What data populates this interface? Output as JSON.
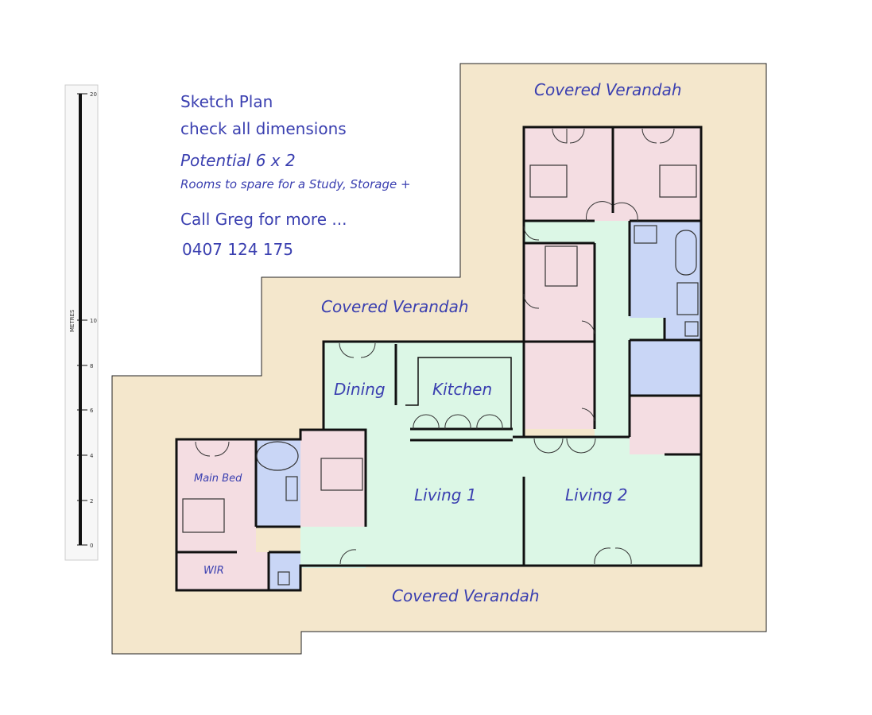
{
  "notes": {
    "line1": "Sketch Plan",
    "line2": "check all dimensions",
    "line3": "Potential 6 x 2",
    "line4": "Rooms to spare for a Study, Storage +",
    "line5": "Call Greg for more ...",
    "phone": "0407 124 175"
  },
  "verandah": {
    "top": "Covered Verandah",
    "middle": "Covered Verandah",
    "bottom": "Covered Verandah"
  },
  "rooms": {
    "dining": "Dining",
    "kitchen": "Kitchen",
    "living1": "Living 1",
    "living2": "Living 2",
    "main_bed": "Main Bed",
    "wir": "WIR"
  },
  "scale_bar": {
    "unit": "METRES",
    "ticks": [
      "20",
      "10",
      "8",
      "6",
      "4",
      "2",
      "0"
    ]
  },
  "colors": {
    "verandah": "#f4e7cc",
    "living": "#dcf7e6",
    "bedroom": "#f4dde2",
    "wet_area": "#c9d6f6",
    "text": "#3a3fb0",
    "wall": "#111111"
  }
}
